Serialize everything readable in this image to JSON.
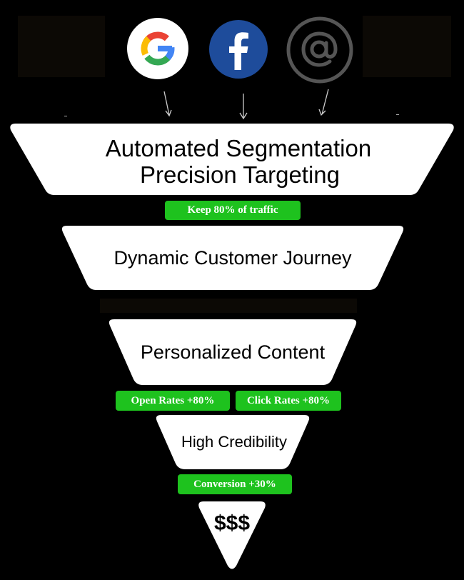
{
  "sources": [
    {
      "name": "Google",
      "icon": "google-icon"
    },
    {
      "name": "Facebook",
      "icon": "facebook-icon"
    },
    {
      "name": "Email",
      "icon": "at-sign-icon"
    }
  ],
  "funnel": {
    "stage1": {
      "lines": [
        "Automated Segmentation",
        "Precision Targeting"
      ]
    },
    "badge1": "Keep 80% of traffic",
    "stage2": {
      "lines": [
        "Dynamic Customer Journey"
      ]
    },
    "stage3": {
      "lines": [
        "Personalized Content"
      ]
    },
    "badge_open": "Open Rates +80%",
    "badge_click": "Click Rates +80%",
    "stage4": {
      "lines": [
        "High Credibility"
      ]
    },
    "badge_conversion": "Conversion +30%",
    "stage5": {
      "lines": [
        "$$$"
      ]
    }
  },
  "colors": {
    "background": "#000000",
    "stage_fill": "#ffffff",
    "badge_green": "#1ec21e",
    "money_magenta": "#e619e6",
    "facebook_blue": "#1e4c9b",
    "at_gray": "#555555"
  }
}
